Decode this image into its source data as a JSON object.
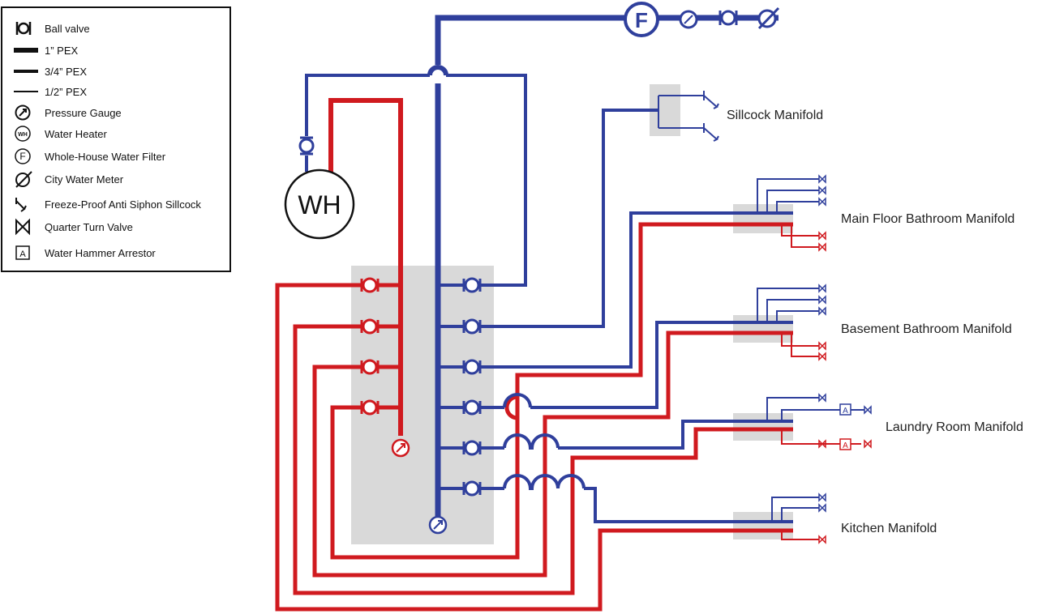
{
  "colors": {
    "cold": "#2f3f9c",
    "hot": "#d01a1f",
    "panel": "#d9d9d9",
    "ink": "#111111"
  },
  "legend": {
    "items": [
      {
        "icon": "ball-valve-icon",
        "label": "Ball valve"
      },
      {
        "icon": "pex-1in-line-icon",
        "label": "1” PEX"
      },
      {
        "icon": "pex-3-4in-line-icon",
        "label": "3/4” PEX"
      },
      {
        "icon": "pex-1-2in-line-icon",
        "label": "1/2” PEX"
      },
      {
        "icon": "pressure-gauge-icon",
        "label": "Pressure Gauge"
      },
      {
        "icon": "water-heater-icon",
        "label": "Water Heater"
      },
      {
        "icon": "water-filter-icon",
        "label": "Whole-House Water Filter"
      },
      {
        "icon": "water-meter-icon",
        "label": "City Water Meter"
      },
      {
        "icon": "sillcock-icon",
        "label": "Freeze-Proof Anti Siphon Sillcock"
      },
      {
        "icon": "quarter-turn-valve-icon",
        "label": "Quarter Turn Valve"
      },
      {
        "icon": "water-hammer-arrestor-icon",
        "label": "Water Hammer Arrestor"
      }
    ]
  },
  "diagram": {
    "water_heater_label": "WH",
    "filter_label": "F",
    "wh_badge": "WH",
    "filter_badge": "F",
    "arrestor_label": "A"
  },
  "manifolds": {
    "sillcock": "Sillcock Manifold",
    "main_floor": "Main Floor Bathroom Manifold",
    "basement": "Basement Bathroom Manifold",
    "laundry": "Laundry Room Manifold",
    "kitchen": "Kitchen Manifold"
  }
}
